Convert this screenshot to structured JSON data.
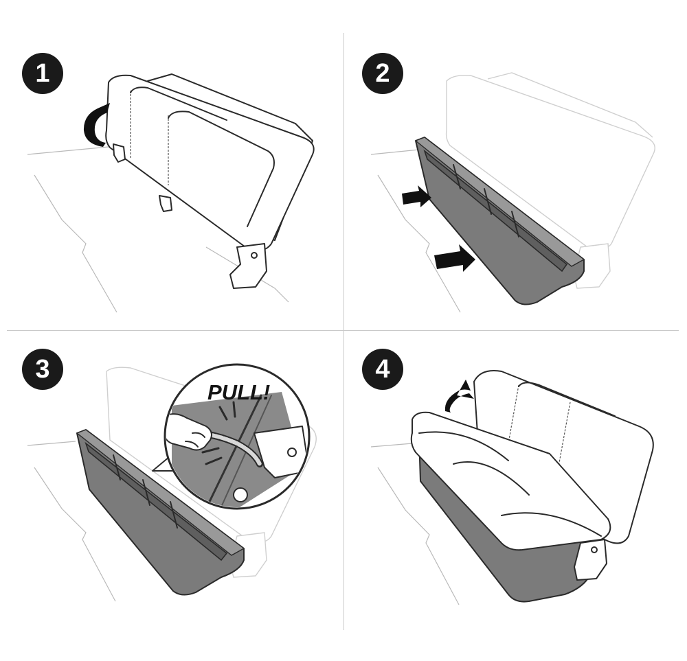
{
  "steps": [
    {
      "number": "1",
      "action": "fold-seat-up"
    },
    {
      "number": "2",
      "action": "slide-tray-under"
    },
    {
      "number": "3",
      "action": "pull-strap",
      "callout_text": "PULL!"
    },
    {
      "number": "4",
      "action": "fold-seat-down"
    }
  ],
  "colors": {
    "badge": "#1a1a1a",
    "tray": "#7b7b7b",
    "line": "#2a2a2a",
    "divider": "#c9c9c9"
  },
  "icons": [
    "curved-arrow-icon",
    "push-arrow-icon",
    "hand-icon"
  ]
}
